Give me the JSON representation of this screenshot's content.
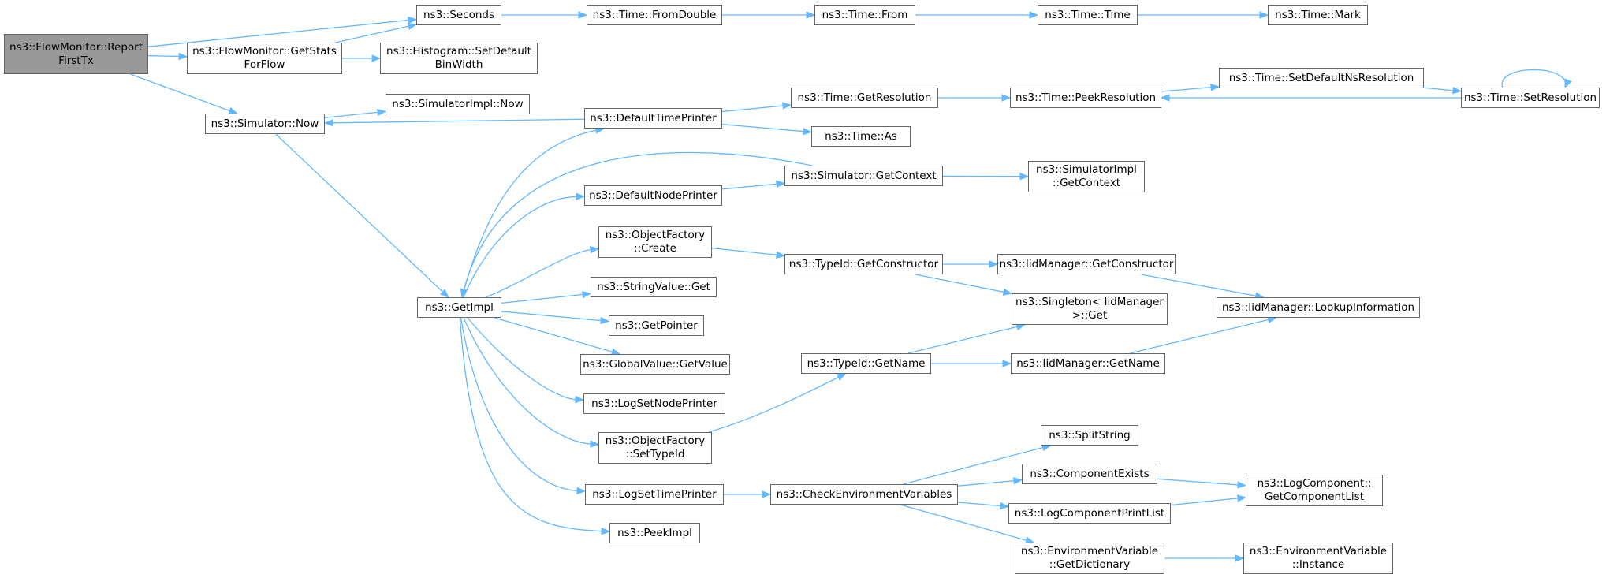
{
  "colors": {
    "edge": "#63b8ff",
    "root_fill": "#999999",
    "node_fill": "#ffffff",
    "node_border": "#666666"
  },
  "nodes": [
    {
      "id": "report_first_tx",
      "label": "ns3::FlowMonitor::Report\nFirstTx",
      "root": true
    },
    {
      "id": "seconds",
      "label": "ns3::Seconds"
    },
    {
      "id": "from_double",
      "label": "ns3::Time::FromDouble"
    },
    {
      "id": "time_from",
      "label": "ns3::Time::From"
    },
    {
      "id": "time_time",
      "label": "ns3::Time::Time"
    },
    {
      "id": "time_mark",
      "label": "ns3::Time::Mark"
    },
    {
      "id": "get_stats_for_flow",
      "label": "ns3::FlowMonitor::GetStats\nForFlow"
    },
    {
      "id": "hist_set_default_bin_width",
      "label": "ns3::Histogram::SetDefault\nBinWidth"
    },
    {
      "id": "simulator_now",
      "label": "ns3::Simulator::Now"
    },
    {
      "id": "simulatorimpl_now",
      "label": "ns3::SimulatorImpl::Now"
    },
    {
      "id": "default_time_printer",
      "label": "ns3::DefaultTimePrinter"
    },
    {
      "id": "time_get_resolution",
      "label": "ns3::Time::GetResolution"
    },
    {
      "id": "time_peek_resolution",
      "label": "ns3::Time::PeekResolution"
    },
    {
      "id": "time_set_default_ns_resolution",
      "label": "ns3::Time::SetDefaultNsResolution"
    },
    {
      "id": "time_set_resolution",
      "label": "ns3::Time::SetResolution"
    },
    {
      "id": "time_as",
      "label": "ns3::Time::As"
    },
    {
      "id": "simulator_get_context",
      "label": "ns3::Simulator::GetContext"
    },
    {
      "id": "simulatorimpl_get_context",
      "label": "ns3::SimulatorImpl\n::GetContext"
    },
    {
      "id": "default_node_printer",
      "label": "ns3::DefaultNodePrinter"
    },
    {
      "id": "object_factory_create",
      "label": "ns3::ObjectFactory\n::Create"
    },
    {
      "id": "typeid_get_constructor",
      "label": "ns3::TypeId::GetConstructor"
    },
    {
      "id": "iidmanager_get_constructor",
      "label": "ns3::IidManager::GetConstructor"
    },
    {
      "id": "iidmanager_lookup_information",
      "label": "ns3::IidManager::LookupInformation"
    },
    {
      "id": "singleton_get",
      "label": "ns3::Singleton< IidManager\n>::Get"
    },
    {
      "id": "get_impl",
      "label": "ns3::GetImpl"
    },
    {
      "id": "stringvalue_get",
      "label": "ns3::StringValue::Get"
    },
    {
      "id": "get_pointer",
      "label": "ns3::GetPointer"
    },
    {
      "id": "globalvalue_get_value",
      "label": "ns3::GlobalValue::GetValue"
    },
    {
      "id": "log_set_node_printer",
      "label": "ns3::LogSetNodePrinter"
    },
    {
      "id": "typeid_get_name",
      "label": "ns3::TypeId::GetName"
    },
    {
      "id": "iidmanager_get_name",
      "label": "ns3::IidManager::GetName"
    },
    {
      "id": "object_factory_set_typeid",
      "label": "ns3::ObjectFactory\n::SetTypeId"
    },
    {
      "id": "split_string",
      "label": "ns3::SplitString"
    },
    {
      "id": "component_exists",
      "label": "ns3::ComponentExists"
    },
    {
      "id": "log_component_get_component_list",
      "label": "ns3::LogComponent::\nGetComponentList"
    },
    {
      "id": "log_set_time_printer",
      "label": "ns3::LogSetTimePrinter"
    },
    {
      "id": "check_environment_variables",
      "label": "ns3::CheckEnvironmentVariables"
    },
    {
      "id": "log_component_print_list",
      "label": "ns3::LogComponentPrintList"
    },
    {
      "id": "envvar_get_dictionary",
      "label": "ns3::EnvironmentVariable\n::GetDictionary"
    },
    {
      "id": "envvar_instance",
      "label": "ns3::EnvironmentVariable\n::Instance"
    },
    {
      "id": "peek_impl",
      "label": "ns3::PeekImpl"
    }
  ],
  "edges": [
    [
      "report_first_tx",
      "seconds"
    ],
    [
      "report_first_tx",
      "get_stats_for_flow"
    ],
    [
      "report_first_tx",
      "simulator_now"
    ],
    [
      "get_stats_for_flow",
      "seconds"
    ],
    [
      "get_stats_for_flow",
      "hist_set_default_bin_width"
    ],
    [
      "seconds",
      "from_double"
    ],
    [
      "from_double",
      "time_from"
    ],
    [
      "time_from",
      "time_time"
    ],
    [
      "time_time",
      "time_mark"
    ],
    [
      "simulator_now",
      "simulatorimpl_now"
    ],
    [
      "simulator_now",
      "get_impl"
    ],
    [
      "default_time_printer",
      "simulator_now"
    ],
    [
      "default_time_printer",
      "time_get_resolution"
    ],
    [
      "default_time_printer",
      "time_as"
    ],
    [
      "time_get_resolution",
      "time_peek_resolution"
    ],
    [
      "time_peek_resolution",
      "time_set_default_ns_resolution"
    ],
    [
      "time_set_default_ns_resolution",
      "time_set_resolution"
    ],
    [
      "time_set_resolution",
      "time_peek_resolution"
    ],
    [
      "time_set_resolution",
      "time_set_resolution"
    ],
    [
      "simulator_get_context",
      "get_impl"
    ],
    [
      "simulator_get_context",
      "simulatorimpl_get_context"
    ],
    [
      "default_node_printer",
      "simulator_get_context"
    ],
    [
      "object_factory_create",
      "typeid_get_constructor"
    ],
    [
      "typeid_get_constructor",
      "iidmanager_get_constructor"
    ],
    [
      "typeid_get_constructor",
      "singleton_get"
    ],
    [
      "iidmanager_get_constructor",
      "iidmanager_lookup_information"
    ],
    [
      "get_impl",
      "default_time_printer"
    ],
    [
      "get_impl",
      "default_node_printer"
    ],
    [
      "get_impl",
      "object_factory_create"
    ],
    [
      "get_impl",
      "stringvalue_get"
    ],
    [
      "get_impl",
      "get_pointer"
    ],
    [
      "get_impl",
      "globalvalue_get_value"
    ],
    [
      "get_impl",
      "log_set_node_printer"
    ],
    [
      "get_impl",
      "object_factory_set_typeid"
    ],
    [
      "get_impl",
      "log_set_time_printer"
    ],
    [
      "get_impl",
      "peek_impl"
    ],
    [
      "object_factory_set_typeid",
      "typeid_get_name"
    ],
    [
      "typeid_get_name",
      "singleton_get"
    ],
    [
      "typeid_get_name",
      "iidmanager_get_name"
    ],
    [
      "iidmanager_get_name",
      "iidmanager_lookup_information"
    ],
    [
      "log_set_time_printer",
      "check_environment_variables"
    ],
    [
      "check_environment_variables",
      "split_string"
    ],
    [
      "check_environment_variables",
      "component_exists"
    ],
    [
      "check_environment_variables",
      "log_component_print_list"
    ],
    [
      "check_environment_variables",
      "envvar_get_dictionary"
    ],
    [
      "component_exists",
      "log_component_get_component_list"
    ],
    [
      "log_component_print_list",
      "log_component_get_component_list"
    ],
    [
      "envvar_get_dictionary",
      "envvar_instance"
    ]
  ]
}
